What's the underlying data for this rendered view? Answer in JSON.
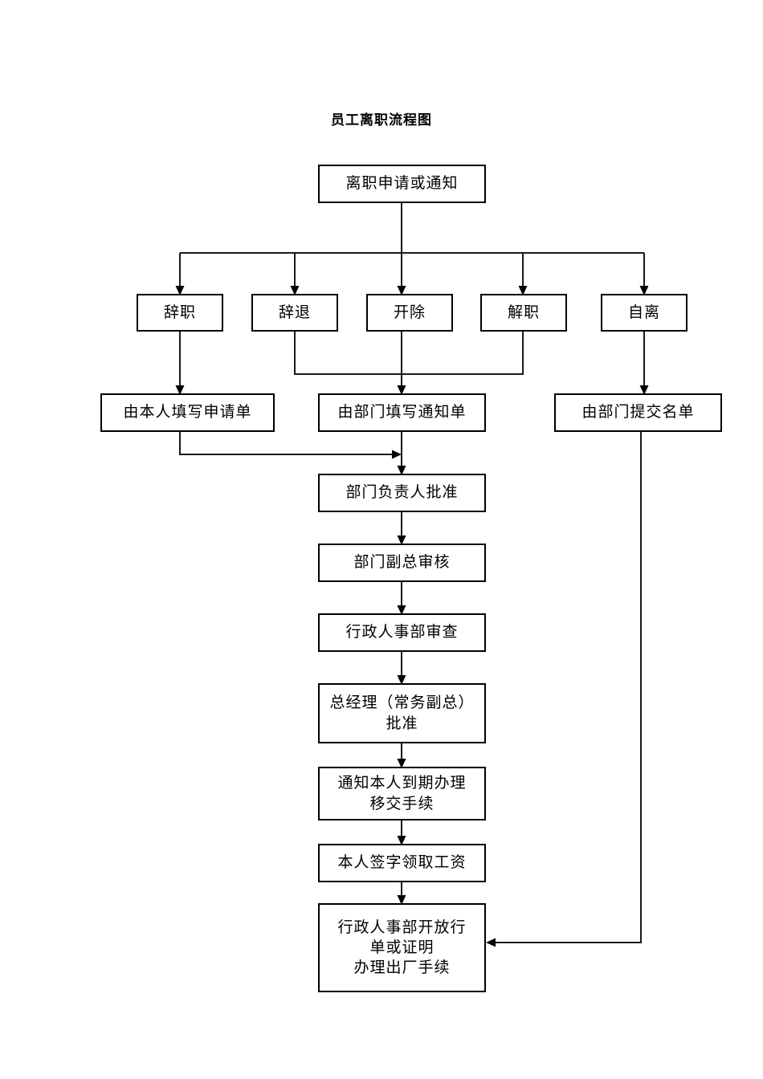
{
  "document": {
    "title": "员工离职流程图"
  },
  "flow": {
    "nodes": [
      {
        "id": "start",
        "label": "离职申请或通知"
      },
      {
        "id": "resign",
        "label": "辞职"
      },
      {
        "id": "dismiss",
        "label": "辞退"
      },
      {
        "id": "fire",
        "label": "开除"
      },
      {
        "id": "terminate",
        "label": "解职"
      },
      {
        "id": "self-leave",
        "label": "自离"
      },
      {
        "id": "self-form",
        "label": "由本人填写申请单"
      },
      {
        "id": "dept-notice",
        "label": "由部门填写通知单"
      },
      {
        "id": "dept-list",
        "label": "由部门提交名单"
      },
      {
        "id": "dept-head",
        "label": "部门负责人批准"
      },
      {
        "id": "dept-vp",
        "label": "部门副总审核"
      },
      {
        "id": "hr-review",
        "label": "行政人事部审查"
      },
      {
        "id": "gm-approve",
        "label": "总经理（常务副总）\n批准"
      },
      {
        "id": "notify-handover",
        "label": "通知本人到期办理\n移交手续"
      },
      {
        "id": "sign-salary",
        "label": "本人签字领取工资"
      },
      {
        "id": "hr-exit",
        "label": "行政人事部开放行\n单或证明\n办理出厂手续"
      }
    ],
    "edges": [
      {
        "from": "start",
        "to": "resign"
      },
      {
        "from": "start",
        "to": "dismiss"
      },
      {
        "from": "start",
        "to": "fire"
      },
      {
        "from": "start",
        "to": "terminate"
      },
      {
        "from": "start",
        "to": "self-leave"
      },
      {
        "from": "resign",
        "to": "self-form"
      },
      {
        "from": "dismiss",
        "to": "dept-notice"
      },
      {
        "from": "fire",
        "to": "dept-notice"
      },
      {
        "from": "terminate",
        "to": "dept-notice"
      },
      {
        "from": "self-leave",
        "to": "dept-list"
      },
      {
        "from": "self-form",
        "to": "dept-head"
      },
      {
        "from": "dept-notice",
        "to": "dept-head"
      },
      {
        "from": "dept-head",
        "to": "dept-vp"
      },
      {
        "from": "dept-vp",
        "to": "hr-review"
      },
      {
        "from": "hr-review",
        "to": "gm-approve"
      },
      {
        "from": "gm-approve",
        "to": "notify-handover"
      },
      {
        "from": "notify-handover",
        "to": "sign-salary"
      },
      {
        "from": "sign-salary",
        "to": "hr-exit"
      },
      {
        "from": "dept-list",
        "to": "hr-exit"
      }
    ]
  },
  "style": {
    "line_color": "#1a1a1a",
    "box_border_color": "#000000",
    "background": "#ffffff"
  }
}
